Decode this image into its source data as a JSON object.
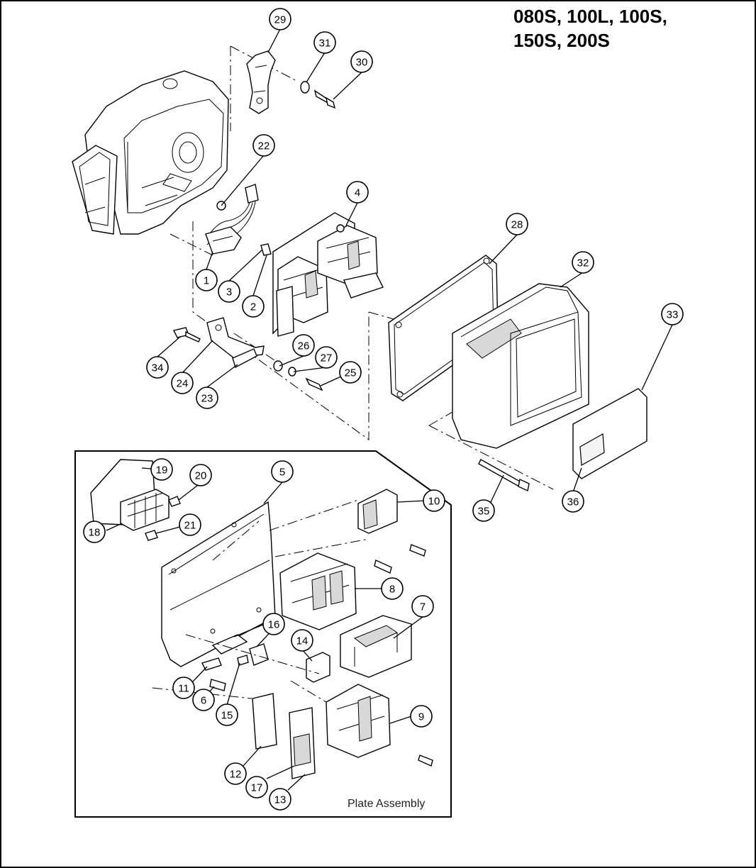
{
  "title_lines": [
    "080S, 100L, 100S,",
    "150S, 200S"
  ],
  "inset_label": "Plate Assembly",
  "callouts": [
    "29",
    "31",
    "30",
    "22",
    "4",
    "1",
    "3",
    "2",
    "28",
    "32",
    "33",
    "34",
    "24",
    "23",
    "26",
    "27",
    "25",
    "19",
    "20",
    "5",
    "10",
    "18",
    "21",
    "8",
    "7",
    "16",
    "14",
    "11",
    "6",
    "15",
    "9",
    "12",
    "17",
    "13",
    "35",
    "36"
  ]
}
